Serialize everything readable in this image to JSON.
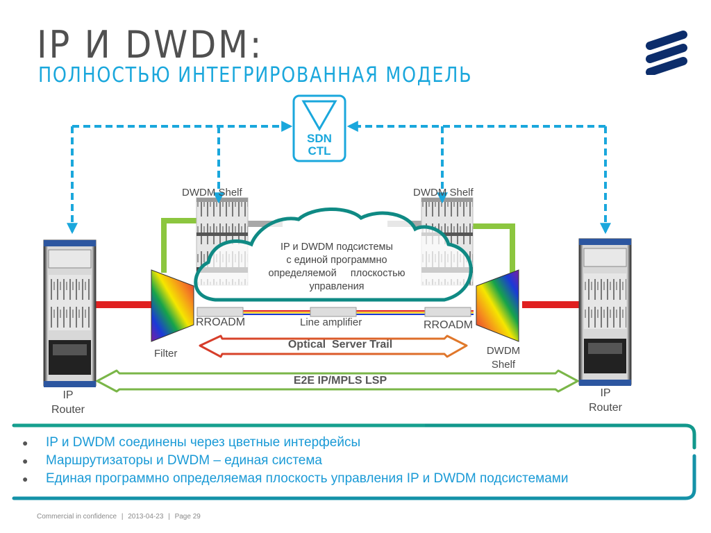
{
  "title": "IP И DWDM:",
  "subtitle": "ПОЛНОСТЬЮ ИНТЕГРИРОВАННАЯ МОДЕЛЬ",
  "logo": {
    "icon": "ericsson-logo-icon",
    "color": "#0c2d6b"
  },
  "diagram": {
    "sdn_controller": {
      "line1": "SDN",
      "line2": "CTL",
      "icon": "triangle-down-icon"
    },
    "shelf_left_label": "DWDM Shelf",
    "shelf_right_label": "DWDM Shelf",
    "cloud_text": [
      "IP и DWDM подсистемы",
      "с  единой программно",
      "определяемой     плоскостью",
      "управления"
    ],
    "rroadm_left": "RROADM",
    "line_amplifier": "Line amplifier",
    "rroadm_right": "RROADM",
    "filter_label": "Filter",
    "dwdm_shelf_filter_label": [
      "DWDM",
      "Shelf"
    ],
    "optical_trail": "Optical  Server Trail",
    "lsp": "E2E IP/MPLS LSP",
    "router_left": [
      "IP",
      "Router"
    ],
    "router_right": [
      "IP",
      "Router"
    ],
    "colors": {
      "sdn_blue": "#1aa7dc",
      "teal": "#0f8a84",
      "green": "#8cc63f",
      "red": "#e02020",
      "gray": "#a0a0a0"
    }
  },
  "bullets": [
    "IP и DWDM соединены через цветные интерфейсы",
    "Маршрутизаторы и DWDM – единая система",
    "Единая программно определяемая плоскость управления IP и DWDM подсистемами"
  ],
  "footer": {
    "confidentiality": "Commercial in confidence",
    "separator": "|",
    "date": "2013-04-23",
    "page": "Page 29"
  }
}
